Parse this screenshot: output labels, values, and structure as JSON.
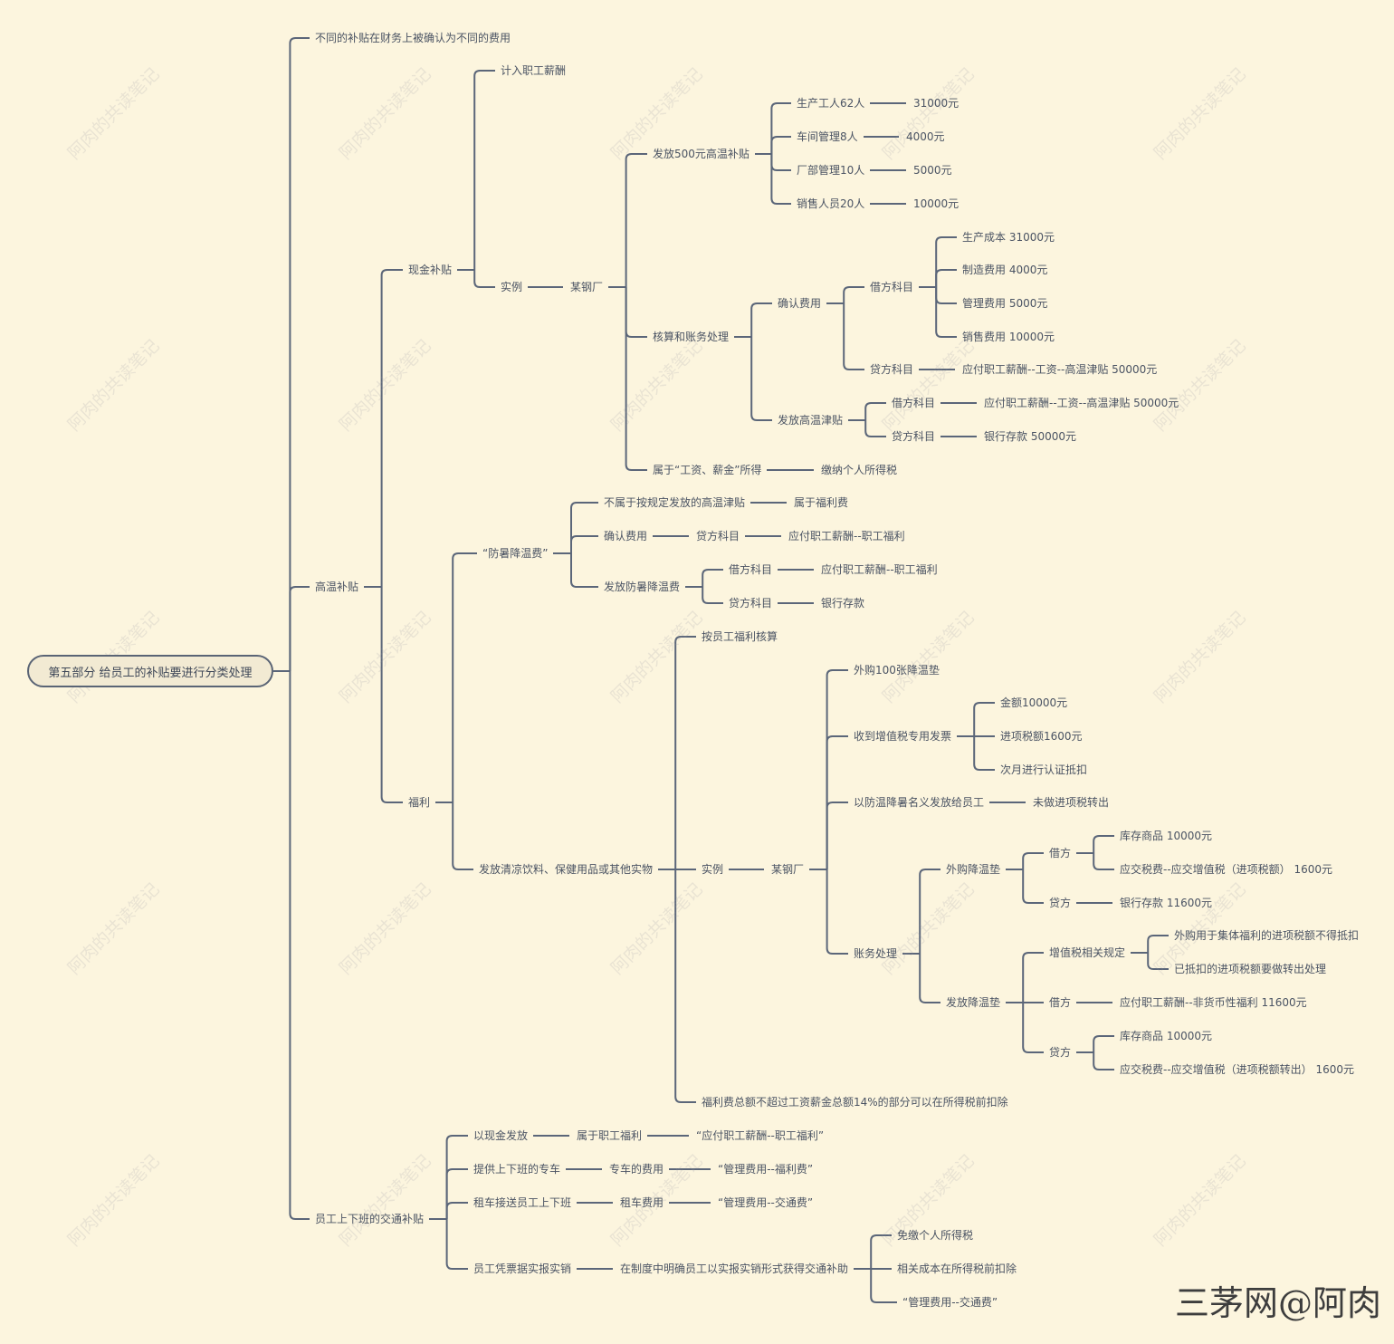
{
  "root": "第五部分  给员工的补贴要进行分类处理",
  "watermark": "阿肉的共读笔记",
  "brand": "三茅网@阿肉",
  "nodes": [
    {
      "id": "n1",
      "parent": "root",
      "text": "不同的补贴在财务上被确认为不同的费用"
    },
    {
      "id": "n2",
      "parent": "root",
      "text": "高温补贴"
    },
    {
      "id": "n2a",
      "parent": "n2",
      "text": "现金补贴"
    },
    {
      "id": "n2a1",
      "parent": "n2a",
      "text": "计入职工薪酬"
    },
    {
      "id": "n2a2",
      "parent": "n2a",
      "text": "实例"
    },
    {
      "id": "n2a2a",
      "parent": "n2a2",
      "text": "某钢厂"
    },
    {
      "id": "g1",
      "parent": "n2a2a",
      "text": "发放500元高温补贴"
    },
    {
      "id": "g1a",
      "parent": "g1",
      "text": "生产工人62人"
    },
    {
      "id": "g1a1",
      "parent": "g1a",
      "text": "31000元"
    },
    {
      "id": "g1b",
      "parent": "g1",
      "text": "车间管理8人"
    },
    {
      "id": "g1b1",
      "parent": "g1b",
      "text": "4000元"
    },
    {
      "id": "g1c",
      "parent": "g1",
      "text": "厂部管理10人"
    },
    {
      "id": "g1c1",
      "parent": "g1c",
      "text": "5000元"
    },
    {
      "id": "g1d",
      "parent": "g1",
      "text": "销售人员20人"
    },
    {
      "id": "g1d1",
      "parent": "g1d",
      "text": "10000元"
    },
    {
      "id": "g2",
      "parent": "n2a2a",
      "text": "核算和账务处理"
    },
    {
      "id": "g2a",
      "parent": "g2",
      "text": "确认费用"
    },
    {
      "id": "g2a1",
      "parent": "g2a",
      "text": "借方科目"
    },
    {
      "id": "g2a1a",
      "parent": "g2a1",
      "text": "生产成本 31000元"
    },
    {
      "id": "g2a1b",
      "parent": "g2a1",
      "text": "制造费用 4000元"
    },
    {
      "id": "g2a1c",
      "parent": "g2a1",
      "text": "管理费用 5000元"
    },
    {
      "id": "g2a1d",
      "parent": "g2a1",
      "text": "销售费用 10000元"
    },
    {
      "id": "g2a2",
      "parent": "g2a",
      "text": "贷方科目"
    },
    {
      "id": "g2a2a",
      "parent": "g2a2",
      "text": "应付职工薪酬--工资--高温津贴  50000元"
    },
    {
      "id": "g2b",
      "parent": "g2",
      "text": "发放高温津贴"
    },
    {
      "id": "g2b1",
      "parent": "g2b",
      "text": "借方科目"
    },
    {
      "id": "g2b1a",
      "parent": "g2b1",
      "text": "应付职工薪酬--工资--高温津贴 50000元"
    },
    {
      "id": "g2b2",
      "parent": "g2b",
      "text": "贷方科目"
    },
    {
      "id": "g2b2a",
      "parent": "g2b2",
      "text": "银行存款 50000元"
    },
    {
      "id": "g3",
      "parent": "n2a2a",
      "text": "属于“工资、薪金”所得"
    },
    {
      "id": "g3a",
      "parent": "g3",
      "text": "缴纳个人所得税"
    },
    {
      "id": "n2b",
      "parent": "n2",
      "text": "福利"
    },
    {
      "id": "f1",
      "parent": "n2b",
      "text": "“防暑降温费”"
    },
    {
      "id": "f1a",
      "parent": "f1",
      "text": "不属于按规定发放的高温津贴"
    },
    {
      "id": "f1a1",
      "parent": "f1a",
      "text": "属于福利费"
    },
    {
      "id": "f1b",
      "parent": "f1",
      "text": "确认费用"
    },
    {
      "id": "f1b1",
      "parent": "f1b",
      "text": "贷方科目"
    },
    {
      "id": "f1b1a",
      "parent": "f1b1",
      "text": "应付职工薪酬--职工福利"
    },
    {
      "id": "f1c",
      "parent": "f1",
      "text": "发放防暑降温费"
    },
    {
      "id": "f1c1",
      "parent": "f1c",
      "text": "借方科目"
    },
    {
      "id": "f1c1a",
      "parent": "f1c1",
      "text": "应付职工薪酬--职工福利"
    },
    {
      "id": "f1c2",
      "parent": "f1c",
      "text": "贷方科目"
    },
    {
      "id": "f1c2a",
      "parent": "f1c2",
      "text": "银行存款"
    },
    {
      "id": "f2",
      "parent": "n2b",
      "text": "发放清凉饮料、保健用品或其他实物"
    },
    {
      "id": "f2a",
      "parent": "f2",
      "text": "按员工福利核算"
    },
    {
      "id": "f2b",
      "parent": "f2",
      "text": "实例"
    },
    {
      "id": "f2b1",
      "parent": "f2b",
      "text": "某钢厂"
    },
    {
      "id": "h1",
      "parent": "f2b1",
      "text": "外购100张降温垫"
    },
    {
      "id": "h2",
      "parent": "f2b1",
      "text": "收到增值税专用发票"
    },
    {
      "id": "h2a",
      "parent": "h2",
      "text": "金额10000元"
    },
    {
      "id": "h2b",
      "parent": "h2",
      "text": "进项税额1600元"
    },
    {
      "id": "h2c",
      "parent": "h2",
      "text": "次月进行认证抵扣"
    },
    {
      "id": "h3",
      "parent": "f2b1",
      "text": "以防温降暑名义发放给员工"
    },
    {
      "id": "h3a",
      "parent": "h3",
      "text": "未做进项税转出"
    },
    {
      "id": "h4",
      "parent": "f2b1",
      "text": "账务处理"
    },
    {
      "id": "h4a",
      "parent": "h4",
      "text": "外购降温垫"
    },
    {
      "id": "h4a1",
      "parent": "h4a",
      "text": "借方"
    },
    {
      "id": "h4a1a",
      "parent": "h4a1",
      "text": "库存商品 10000元"
    },
    {
      "id": "h4a1b",
      "parent": "h4a1",
      "text": "应交税费--应交增值税（进项税额） 1600元"
    },
    {
      "id": "h4a2",
      "parent": "h4a",
      "text": "贷方"
    },
    {
      "id": "h4a2a",
      "parent": "h4a2",
      "text": "银行存款 11600元"
    },
    {
      "id": "h4b",
      "parent": "h4",
      "text": "发放降温垫"
    },
    {
      "id": "h4b1",
      "parent": "h4b",
      "text": "增值税相关规定"
    },
    {
      "id": "h4b1a",
      "parent": "h4b1",
      "text": "外购用于集体福利的进项税额不得抵扣"
    },
    {
      "id": "h4b1b",
      "parent": "h4b1",
      "text": "已抵扣的进项税额要做转出处理"
    },
    {
      "id": "h4b2",
      "parent": "h4b",
      "text": "借方"
    },
    {
      "id": "h4b2a",
      "parent": "h4b2",
      "text": "应付职工薪酬--非货币性福利 11600元"
    },
    {
      "id": "h4b3",
      "parent": "h4b",
      "text": "贷方"
    },
    {
      "id": "h4b3a",
      "parent": "h4b3",
      "text": "库存商品 10000元"
    },
    {
      "id": "h4b3b",
      "parent": "h4b3",
      "text": "应交税费--应交增值税（进项税额转出） 1600元"
    },
    {
      "id": "f2c",
      "parent": "f2",
      "text": "福利费总额不超过工资薪金总额14%的部分可以在所得税前扣除"
    },
    {
      "id": "n3",
      "parent": "root",
      "text": "员工上下班的交通补贴"
    },
    {
      "id": "t1",
      "parent": "n3",
      "text": "以现金发放"
    },
    {
      "id": "t1a",
      "parent": "t1",
      "text": "属于职工福利"
    },
    {
      "id": "t1b",
      "parent": "t1a",
      "text": "“应付职工薪酬--职工福利”"
    },
    {
      "id": "t2",
      "parent": "n3",
      "text": "提供上下班的专车"
    },
    {
      "id": "t2a",
      "parent": "t2",
      "text": "专车的费用"
    },
    {
      "id": "t2b",
      "parent": "t2a",
      "text": "“管理费用--福利费”"
    },
    {
      "id": "t3",
      "parent": "n3",
      "text": "租车接送员工上下班"
    },
    {
      "id": "t3a",
      "parent": "t3",
      "text": "租车费用"
    },
    {
      "id": "t3b",
      "parent": "t3a",
      "text": "“管理费用--交通费”"
    },
    {
      "id": "t4",
      "parent": "n3",
      "text": "员工凭票据实报实销"
    },
    {
      "id": "t4a",
      "parent": "t4",
      "text": "在制度中明确员工以实报实销形式获得交通补助"
    },
    {
      "id": "t4a1",
      "parent": "t4a",
      "text": "免缴个人所得税"
    },
    {
      "id": "t4a2",
      "parent": "t4a",
      "text": "相关成本在所得税前扣除"
    },
    {
      "id": "t4a3",
      "parent": "t4a",
      "text": "“管理费用--交通费”"
    }
  ]
}
